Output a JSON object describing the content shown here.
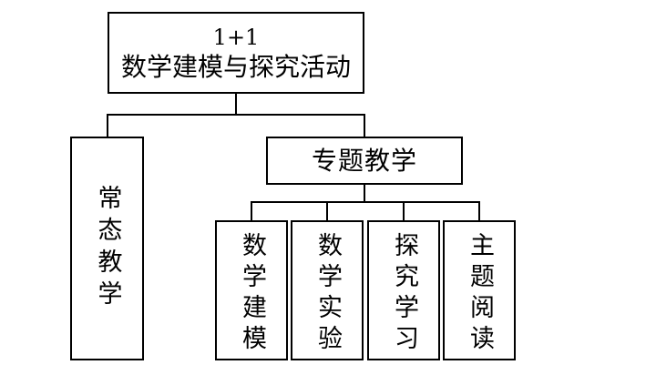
{
  "diagram": {
    "root": {
      "line1": "1+1",
      "line2": "数学建模与探究活动"
    },
    "branch_routine": {
      "label": "常态教学"
    },
    "branch_topic": {
      "label": "专题教学",
      "children": [
        {
          "label": "数学建模"
        },
        {
          "label": "数学实验"
        },
        {
          "label": "探究学习"
        },
        {
          "label": "主题阅读"
        }
      ]
    },
    "colors": {
      "line": "#000000",
      "background": "#ffffff"
    }
  }
}
